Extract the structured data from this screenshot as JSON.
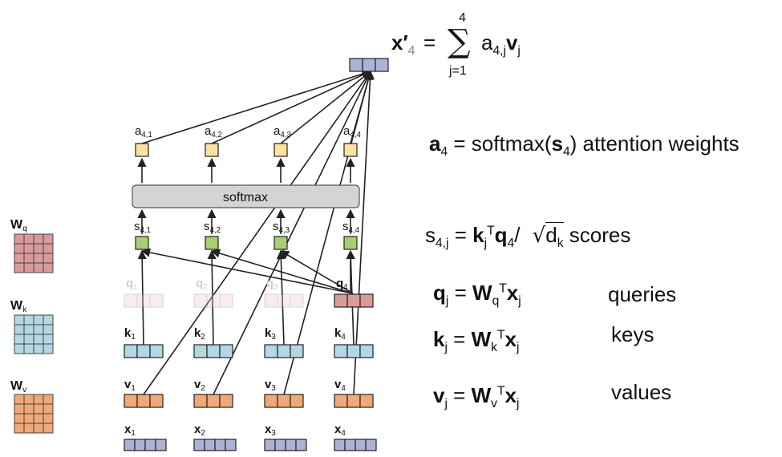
{
  "colors": {
    "query": "#d99a9a",
    "key": "#b3d8e3",
    "value": "#f0a976",
    "x": "#aeb3d6",
    "score": "#a6cf74",
    "weight": "#fbe2a2",
    "softmax": "#d4d4d4",
    "stroke": "#222222",
    "faded": "#cccccc"
  },
  "matrices": [
    {
      "label": "W",
      "sub": "q",
      "color": "#d99a9a"
    },
    {
      "label": "W",
      "sub": "k",
      "color": "#b3d8e3"
    },
    {
      "label": "W",
      "sub": "v",
      "color": "#f0a976"
    }
  ],
  "nodes": {
    "x": [
      "x1",
      "x2",
      "x3",
      "x4"
    ],
    "v": [
      "v1",
      "v2",
      "v3",
      "v4"
    ],
    "k": [
      "k1",
      "k2",
      "k3",
      "k4"
    ],
    "q": [
      "q1",
      "q2",
      "q3",
      "q4"
    ],
    "s": [
      "s4,1",
      "s4,2",
      "s4,3",
      "s4,4"
    ],
    "a": [
      "a4,1",
      "a4,2",
      "a4,3",
      "a4,4"
    ]
  },
  "softmax_label": "softmax",
  "output": {
    "lhs": "x′",
    "lhs_sub": "4",
    "eq": "=",
    "sum_top": "4",
    "sum_bottom": "j=1",
    "rhs": "a",
    "rhs_sub": "4,j",
    "rhs_vec": "v",
    "rhs_vec_sub": "j"
  },
  "equations": {
    "attention": {
      "a": "a",
      "a_sub": "4",
      "rest": "= softmax(",
      "s": "s",
      "s_sub": "4",
      "close": ")",
      "label": "attention weights"
    },
    "scores": {
      "s": "s",
      "s_sub": "4,j",
      "eq": "=",
      "k": "k",
      "k_sub": "j",
      "k_sup": "T",
      "q": "q",
      "q_sub": "4",
      "slash": "/",
      "root": "√",
      "d": "d",
      "d_sub": "k",
      "label": "scores"
    },
    "queries": {
      "lhs": "q",
      "lhs_sub": "j",
      "eq": "=",
      "W": "W",
      "W_sub": "q",
      "W_sup": "T",
      "x": "x",
      "x_sub": "j",
      "label": "queries"
    },
    "keys": {
      "lhs": "k",
      "lhs_sub": "j",
      "eq": "=",
      "W": "W",
      "W_sub": "k",
      "W_sup": "T",
      "x": "x",
      "x_sub": "j",
      "label": "keys"
    },
    "values": {
      "lhs": "v",
      "lhs_sub": "j",
      "eq": "=",
      "W": "W",
      "W_sub": "v",
      "W_sup": "T",
      "x": "x",
      "x_sub": "j",
      "label": "values"
    }
  }
}
